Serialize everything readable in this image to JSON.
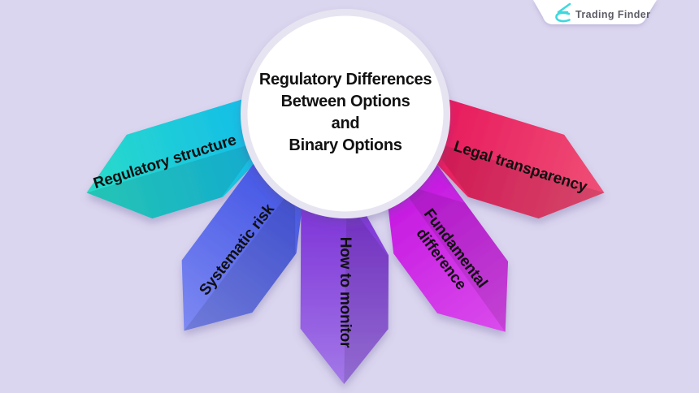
{
  "header": {
    "brand": "Trading Finder"
  },
  "center": {
    "title_lines": [
      "Regulatory Differences",
      "Between Options",
      "and",
      "Binary Options"
    ]
  },
  "petals": [
    {
      "label": "Regulatory structure",
      "color_inner": "#13bce9",
      "color_tip": "#2adcc9"
    },
    {
      "label": "Systematic risk",
      "color_inner": "#4254e4",
      "color_tip": "#7e8af2"
    },
    {
      "label": "How to monitor",
      "color_inner": "#7c2fd6",
      "color_tip": "#a379e8"
    },
    {
      "label": "Fundamental difference",
      "label_lines": [
        "Fundamental",
        "difference"
      ],
      "color_inner": "#c414e0",
      "color_tip": "#da4cec"
    },
    {
      "label": "Legal transparency",
      "color_inner": "#e7175c",
      "color_tip": "#ef5076"
    }
  ],
  "colors": {
    "background": "#dbd6ef",
    "circle_fill": "#ffffff",
    "circle_ring": "#e7e4f1",
    "badge_fill": "#ffffff",
    "logo_icon": "#3ed8de",
    "logo_text": "#5c5c66",
    "label_text": "#101010"
  }
}
